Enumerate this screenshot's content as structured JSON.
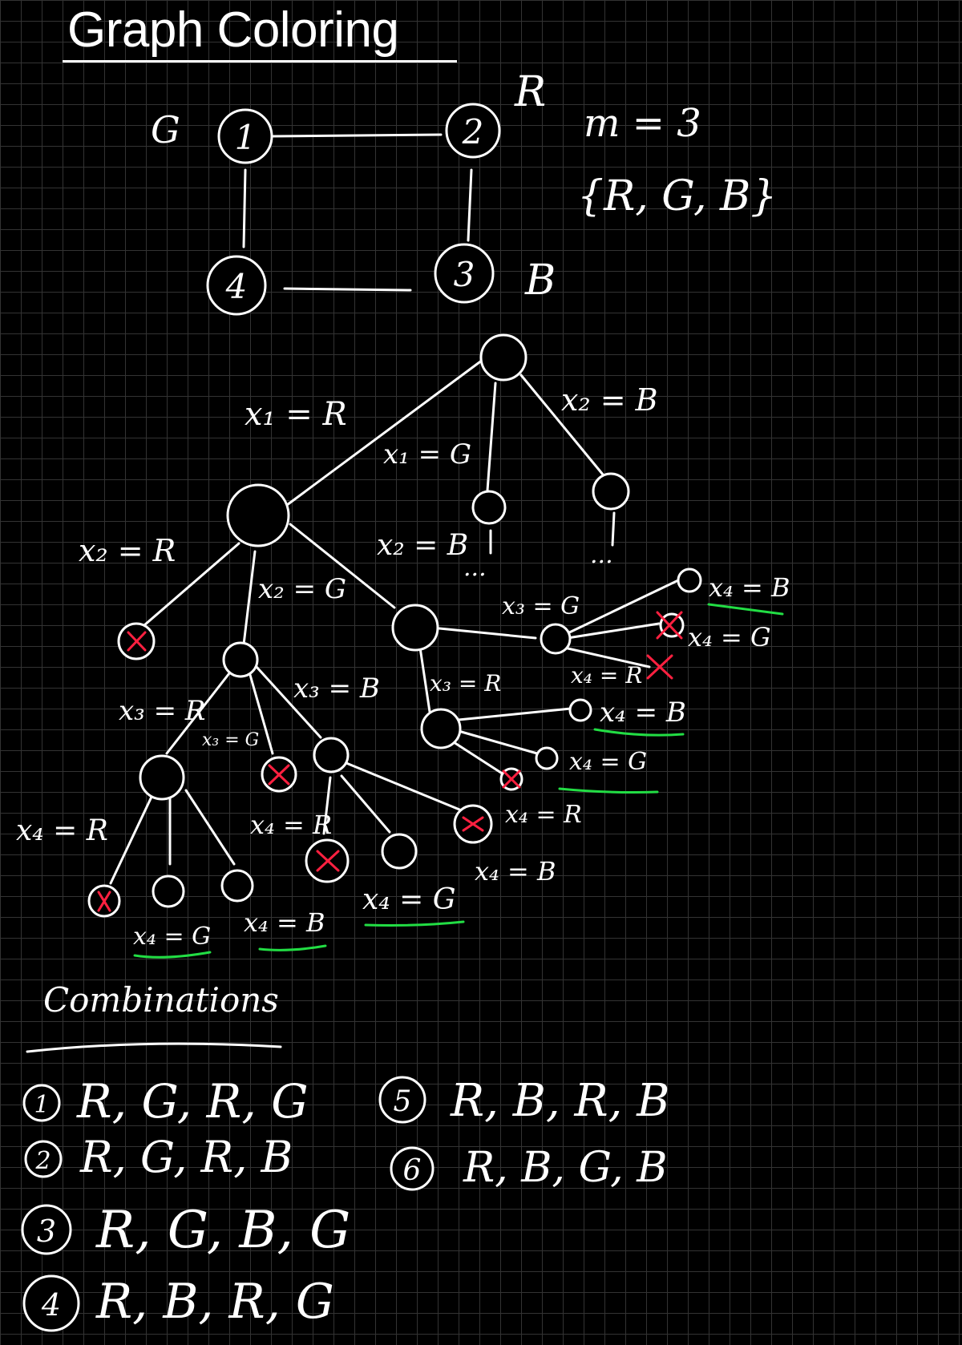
{
  "title": "Graph Coloring",
  "graph": {
    "prefix": "G",
    "vertices": [
      "1",
      "2",
      "3",
      "4"
    ],
    "color_notes": {
      "v2": "R",
      "v3": "B"
    },
    "m_label": "m = 3",
    "color_set": "{R, G, B}"
  },
  "tree": {
    "edge_labels": {
      "x1R": "x₁ = R",
      "x1G": "x₁ = G",
      "x2B_top": "x₂ = B",
      "x2R": "x₂ = R",
      "x2G": "x₂ = G",
      "x2B": "x₂ = B",
      "x3R_a": "x₃ = R",
      "x3G_a": "x₃ = G",
      "x3B_a": "x₃ = B",
      "x3G_b": "x₃ = G",
      "x3R_b": "x₃ = R",
      "x4R_a": "x₄ = R",
      "x4G_a": "x₄ = G",
      "x4B_a": "x₄ = B",
      "x4R_b": "x₄ = R",
      "x4G_b": "x₄ = G",
      "x4B_c": "x₄ = B",
      "x4G_c": "x₄ = G",
      "x4R_c": "x₄ = R",
      "x4B_d": "x₄ = B",
      "x4G_d": "x₄ = G",
      "x4R_d": "x₄ = R",
      "x4B_e": "x₄ = B"
    },
    "ellipsis": "..."
  },
  "combinations": {
    "heading": "Combinations",
    "items": [
      {
        "num": "1",
        "text": "R, G, R, G"
      },
      {
        "num": "2",
        "text": "R, G, R, B"
      },
      {
        "num": "3",
        "text": "R, G, B, G"
      },
      {
        "num": "4",
        "text": "R, B, R, G"
      },
      {
        "num": "5",
        "text": "R, B, R, B"
      },
      {
        "num": "6",
        "text": "R, B, G, B"
      }
    ]
  },
  "colors": {
    "background": "#000000",
    "ink": "#ffffff",
    "cross": "#ff2040",
    "underline": "#22dd44"
  }
}
